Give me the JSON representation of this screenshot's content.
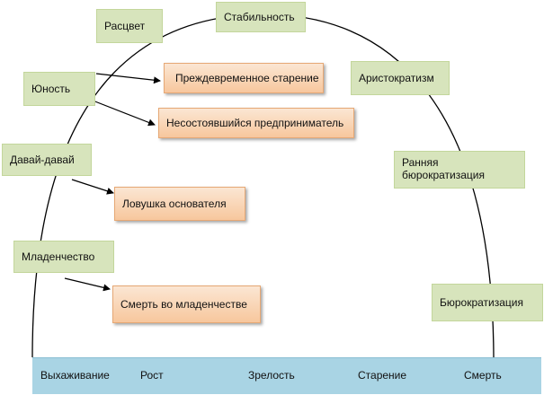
{
  "stages": {
    "rastsvet": "Расцвет",
    "stabilnost": "Стабильность",
    "yunost": "Юность",
    "aristokratizm": "Аристократизм",
    "davai": "Давай-давай",
    "rannyaya": "Ранняя бюрократизация",
    "mladenchestvo": "Младенчество",
    "byurokratizatsiya": "Бюрократизация"
  },
  "traps": {
    "prezhdevremennoe": "Преждевременное   старение",
    "nesostoyavshiysya": "Несостоявшийся предприниматель",
    "lovushka": "Ловушка основателя",
    "smert_mladenchestve": "Смерть во младенчестве"
  },
  "phases": [
    "Выхаживание",
    "Рост",
    "Зрелость",
    "Старение",
    "Смерть"
  ],
  "colors": {
    "stage_fill": "#d7e4bc",
    "trap_fill": "#f7c79d",
    "phase_bar": "#a9d4e4",
    "curve": "#000000"
  }
}
